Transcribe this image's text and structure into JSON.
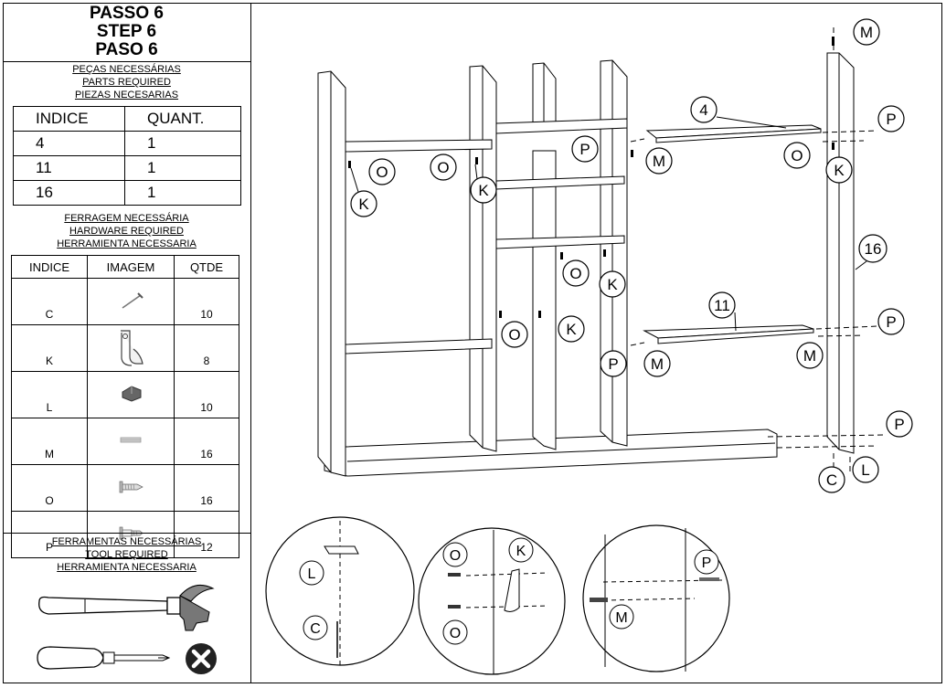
{
  "step": {
    "pt": "PASSO 6",
    "en": "STEP 6",
    "es": "PASO 6"
  },
  "parts_caption": {
    "pt": "PEÇAS NECESSÁRIAS",
    "en": "PARTS REQUIRED",
    "es": "PIEZAS NECESARIAS"
  },
  "parts_table": {
    "headers": [
      "INDICE",
      "QUANT."
    ],
    "rows": [
      {
        "index": "4",
        "qty": "1"
      },
      {
        "index": "11",
        "qty": "1"
      },
      {
        "index": "16",
        "qty": "1"
      }
    ]
  },
  "hardware_caption": {
    "pt": "FERRAGEM NECESSÁRIA",
    "en": "HARDWARE REQUIRED",
    "es": "HERRAMIENTA NECESSARIA"
  },
  "hardware_table": {
    "headers": [
      "INDICE",
      "IMAGEM",
      "QTDE"
    ],
    "rows": [
      {
        "index": "C",
        "qty": "10",
        "icon": "nail-icon"
      },
      {
        "index": "K",
        "qty": "8",
        "icon": "hook-bracket-icon"
      },
      {
        "index": "L",
        "qty": "10",
        "icon": "angle-bracket-icon"
      },
      {
        "index": "M",
        "qty": "16",
        "icon": "dowel-icon"
      },
      {
        "index": "O",
        "qty": "16",
        "icon": "screw-icon"
      },
      {
        "index": "P",
        "qty": "12",
        "icon": "cam-bolt-icon"
      }
    ]
  },
  "tools_caption": {
    "pt": "FERRAMENTAS NECESSÁRIAS",
    "en": "TOOL REQUIRED",
    "es": "HERRAMIENTA NECESSARIA"
  },
  "tools": [
    "hammer-icon",
    "screwdriver-icon",
    "prohibited-icon"
  ],
  "diagram_labels": {
    "M": "M",
    "P": "P",
    "O": "O",
    "K": "K",
    "L": "L",
    "C": "C",
    "part4": "4",
    "part11": "11",
    "part16": "16"
  }
}
